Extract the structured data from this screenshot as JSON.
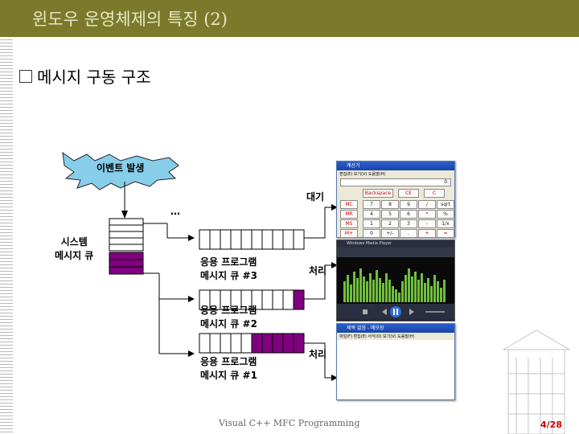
{
  "slide": {
    "title": "윈도우 운영체제의 특징 (2)",
    "bullet": "메시지 구동 구조",
    "footer": "Visual C++ MFC Programming",
    "page": "4/28"
  },
  "diagram": {
    "event": "이벤트 발생",
    "system_queue": [
      "시스템",
      "메시지 큐"
    ],
    "ellipsis": "…",
    "wait": "대기",
    "process": "처리",
    "queues": [
      {
        "line1": "응용 프로그램",
        "line2": "메시지 큐 #3"
      },
      {
        "line1": "응용 프로그램",
        "line2": "메시지 큐 #2"
      },
      {
        "line1": "응용 프로그램",
        "line2": "메시지 큐 #1"
      }
    ],
    "colors": {
      "filled_slot": "#800080",
      "burst": "#87ceeb",
      "slide_title_bar": "#7a7a2a"
    }
  },
  "windows": {
    "calculator": {
      "title": "계산기",
      "menu": "편집(E) 보기(V) 도움말(H)",
      "display": "0.",
      "keys_top": [
        "Backspace",
        "CE",
        "C"
      ],
      "keys": [
        "MC",
        "7",
        "8",
        "9",
        "/",
        "sqrt",
        "MR",
        "4",
        "5",
        "6",
        "*",
        "%",
        "MS",
        "1",
        "2",
        "3",
        "-",
        "1/x",
        "M+",
        "0",
        "+/-",
        ".",
        "+",
        "="
      ]
    },
    "media_player": {
      "title": "Windows Media Player"
    },
    "notepad": {
      "title": "제목 없음 - 메모장",
      "menu": "파일(F) 편집(E) 서식(O) 보기(V) 도움말(H)"
    }
  }
}
